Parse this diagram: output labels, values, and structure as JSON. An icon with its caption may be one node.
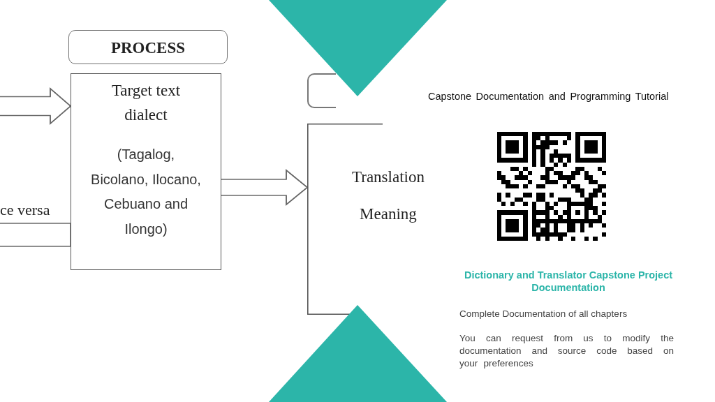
{
  "diagram": {
    "nodes": [
      {
        "text": [
          "PROCESS"
        ]
      },
      {
        "text": [
          "Target text dialect",
          "(Tagalog, Bicolano, Ilocano, Cebuano and Ilongo)"
        ]
      },
      {
        "text": [],
        "shape": "box"
      },
      {
        "text": [
          "Translation",
          "Meaning"
        ]
      }
    ],
    "edges": [
      {
        "from": null,
        "to": 1,
        "arrow": "to"
      },
      {
        "from": 1,
        "to": 3,
        "arrow": "to"
      },
      {
        "from": null,
        "to": 1,
        "arrow": "none"
      }
    ],
    "labels": [
      "ce versa",
      "Capstone Documentation and Programming Tutorial",
      "Dictionary and Translator Capstone Project Documentation",
      "Complete Documentation of all chapters",
      "You can request from us to modify the documentation and source code based on your preferences"
    ]
  }
}
